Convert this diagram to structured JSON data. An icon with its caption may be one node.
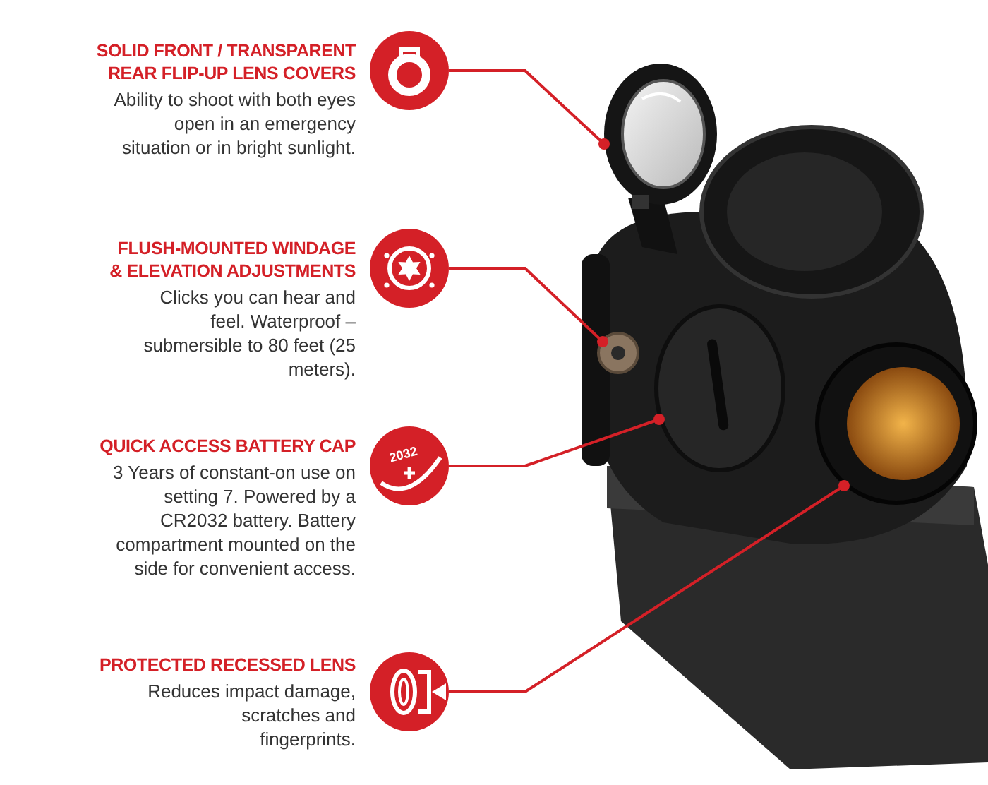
{
  "diagram": {
    "nodes": [
      {
        "text": [],
        "shape": "circle",
        "beside": [
          "SOLID FRONT / TRANSPARENT REAR FLIP-UP LENS COVERS",
          "Ability to shoot with both eyes open in an emergency situation or in bright sunlight."
        ]
      },
      {
        "text": [],
        "shape": "circle",
        "beside": [
          "FLUSH-MOUNTED WINDAGE & ELEVATION ADJUSTMENTS",
          "Clicks you can hear and feel. Waterproof – submersible to 80 feet (25 meters)."
        ]
      },
      {
        "text": [
          "2032"
        ],
        "beside": [
          "QUICK ACCESS BATTERY CAP",
          "3 Years of constant-on use on setting 7. Powered by a CR2032 battery. Battery compartment mounted on the side for convenient access."
        ]
      },
      {
        "text": [],
        "shape": "circle",
        "beside": [
          "PROTECTED RECESSED LENS",
          "Reduces impact damage, scratches and fingerprints."
        ]
      },
      {
        "text": [],
        "shape": "picture"
      },
      {
        "text": [],
        "shape": "picture"
      },
      {
        "text": [],
        "shape": "picture"
      },
      {
        "text": [],
        "shape": "picture"
      }
    ],
    "edges": [
      {
        "from": 0,
        "to": 4,
        "arrow": "other"
      },
      {
        "from": 1,
        "to": 5,
        "arrow": "other"
      },
      {
        "from": 2,
        "to": 6,
        "arrow": "other"
      },
      {
        "from": 3,
        "to": 7,
        "arrow": "other"
      }
    ]
  }
}
